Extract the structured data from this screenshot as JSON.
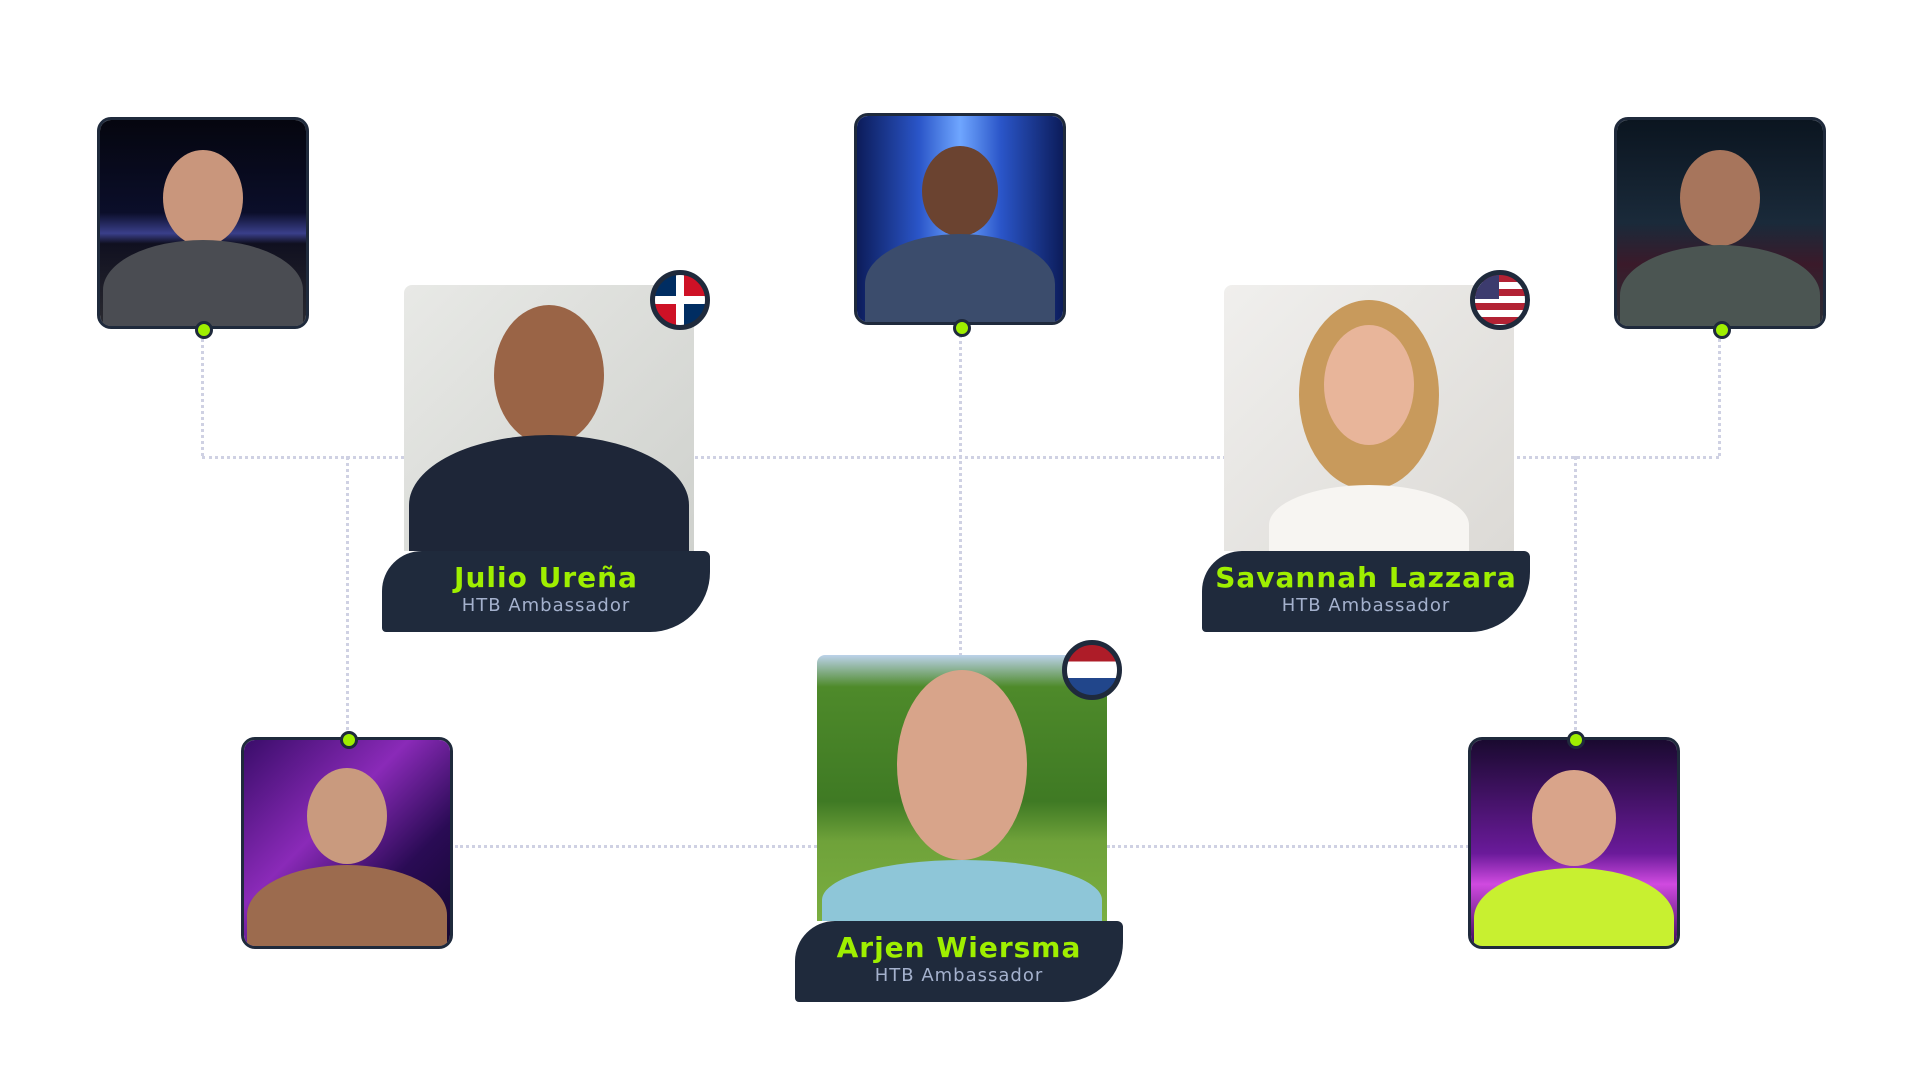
{
  "ambassadors": [
    {
      "name": "Julio Ureña",
      "role": "HTB Ambassador",
      "flag": "dominican-republic-flag"
    },
    {
      "name": "Savannah Lazzara",
      "role": "HTB Ambassador",
      "flag": "usa-flag"
    },
    {
      "name": "Arjen Wiersma",
      "role": "HTB Ambassador",
      "flag": "netherlands-flag"
    }
  ],
  "colors": {
    "accent": "#9fef00",
    "navy": "#1f2a3c",
    "subtitle": "#a4b1cd",
    "connector": "#cfd1e3"
  }
}
